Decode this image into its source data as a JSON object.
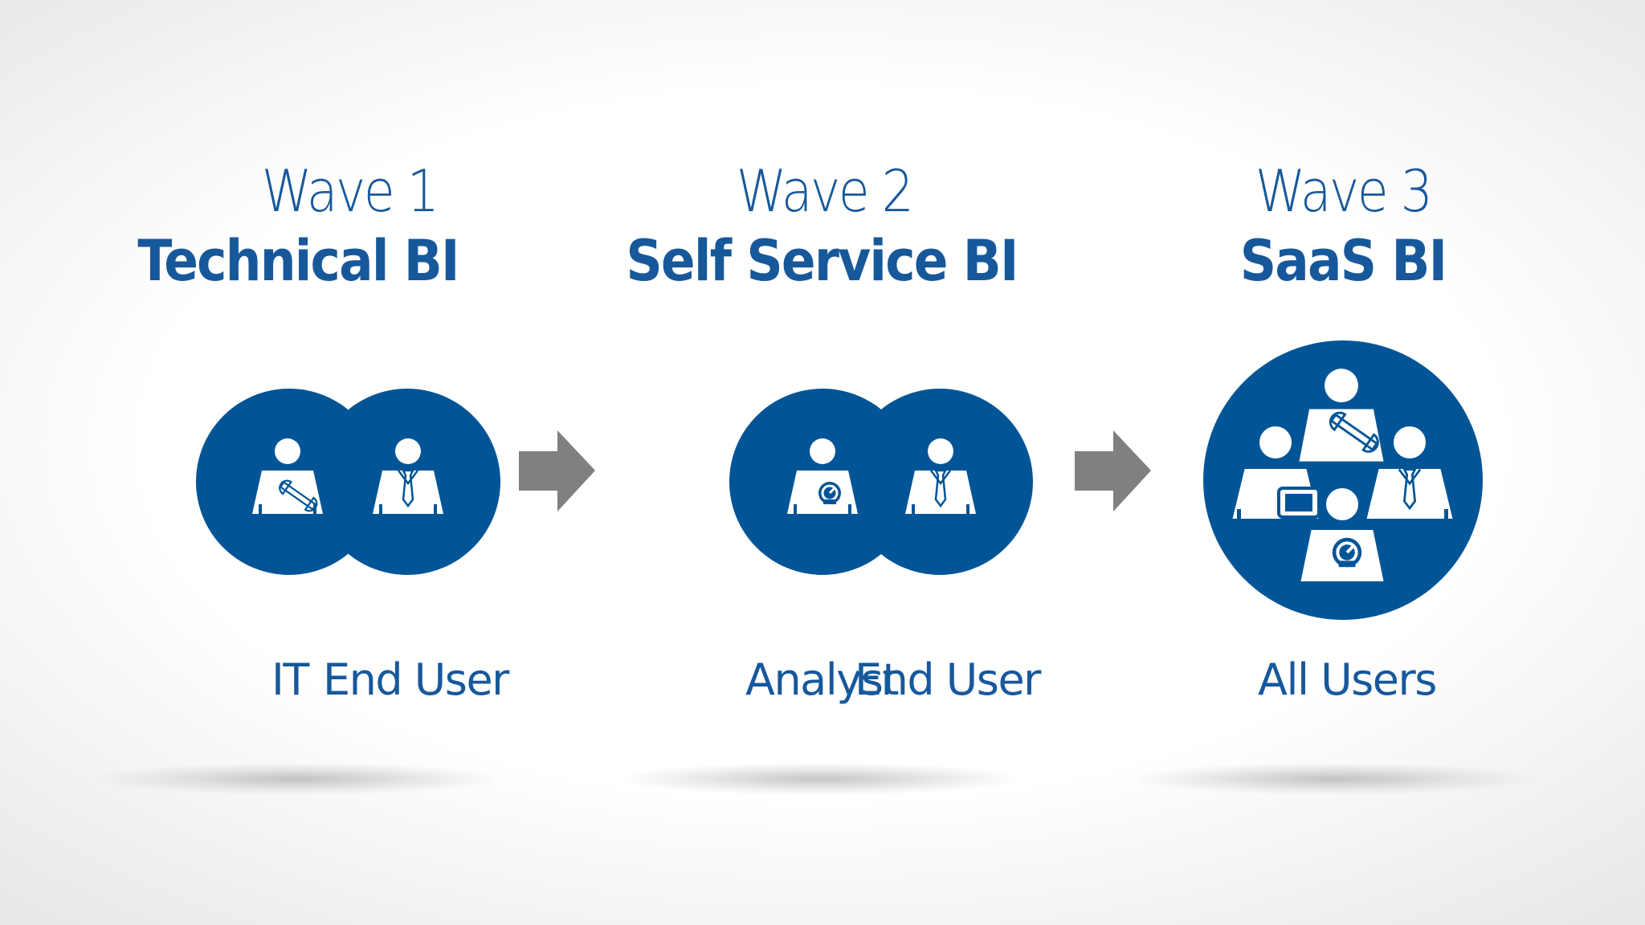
{
  "colors": {
    "primary_blue": "#015597",
    "text_blue": "#17589b",
    "arrow_gray": "#808080",
    "background": "#ffffff"
  },
  "waves": [
    {
      "number_label": "Wave 1",
      "name": "Technical BI",
      "users": [
        "IT",
        "End User"
      ],
      "icons": [
        "it-tech-user-icon",
        "end-user-icon"
      ]
    },
    {
      "number_label": "Wave 2",
      "name": "Self Service BI",
      "users": [
        "Analyst",
        "End User"
      ],
      "icons": [
        "analyst-user-icon",
        "end-user-icon"
      ]
    },
    {
      "number_label": "Wave 3",
      "name": "SaaS BI",
      "users": [
        "All Users"
      ],
      "icons": [
        "all-users-group-icon"
      ]
    }
  ],
  "arrows": [
    "arrow-right-icon",
    "arrow-right-icon"
  ]
}
